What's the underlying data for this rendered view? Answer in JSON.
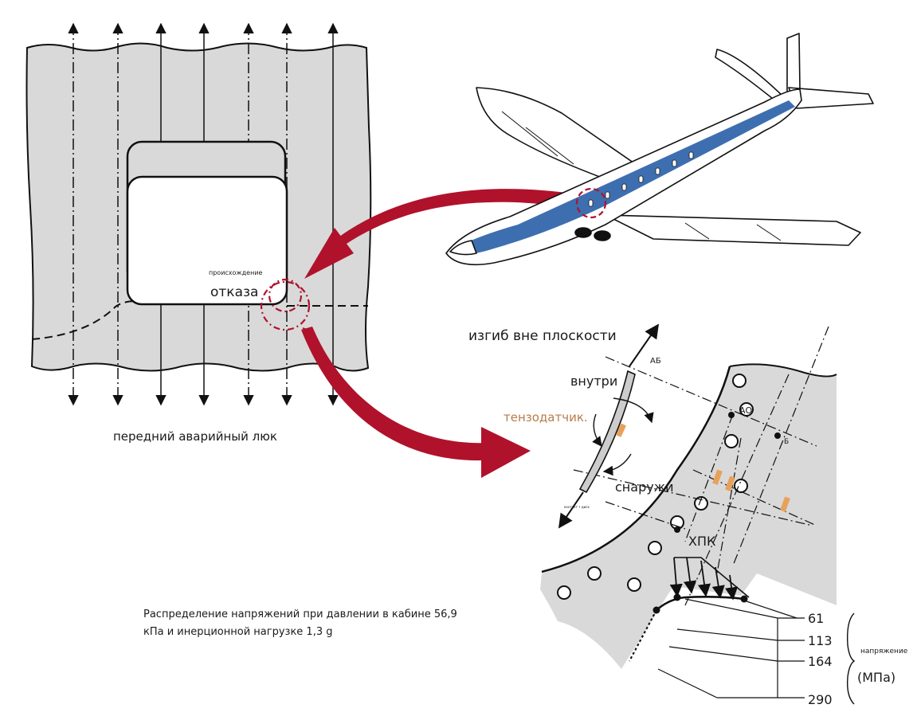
{
  "panel_left": {
    "origin_label_small": "происхождение",
    "origin_label": "отказа",
    "caption": "передний аварийный люк"
  },
  "panel_right": {
    "bending_label": "изгиб вне плоскости",
    "inside_label": "внутри",
    "outside_label": "снаружи",
    "strain_gauge_label": "тензодатчик.",
    "point_ab": "АБ",
    "point_ao": "АО",
    "point_b": "Б",
    "point_xpk": "ХПК",
    "tiny_note": "контакт • диск"
  },
  "caption_bottom": {
    "line1": "Распределение напряжений при давлении в кабине 56,9",
    "line2": "кПа и инерционной нагрузке 1,3 g"
  },
  "stress_scale": {
    "values": [
      "61",
      "113",
      "164",
      "290"
    ],
    "quantity_label": "напряжение",
    "unit_label": "(МПа)"
  },
  "colors": {
    "panel_fill": "#d9d9d9",
    "arrow_red": "#b0122b",
    "fuselage_stripe": "#3d6fb0",
    "strain_gauge": "#e8a15a",
    "strain_gauge_text": "#b57d4a"
  }
}
